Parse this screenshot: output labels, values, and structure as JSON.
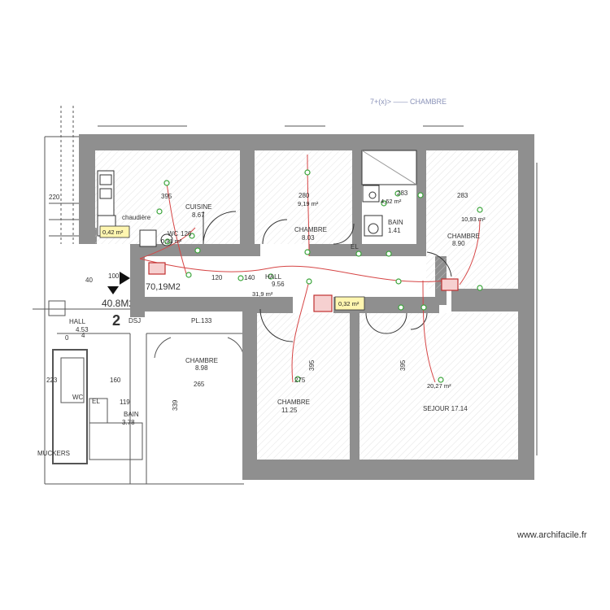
{
  "colors": {
    "wall": "#8f8f8f",
    "wire": "#d64545",
    "outlet": "#3aa53a",
    "sketch": "#555555",
    "blueprint_text": "#444444",
    "panel_fill": "#fff6b0",
    "panel_border": "#333333"
  },
  "watermark": "www.archifacile.fr",
  "totals": {
    "total_area": "70,19M2",
    "hall_area": "31,9 m²",
    "closet_area": "0,32 m²",
    "boiler_area": "0,42 m²",
    "wc_area": "0,91 m²",
    "bath_area": "4,62 m²",
    "bedroom_ne_area": "10,93 m²",
    "living_area": "20,27 m²",
    "bedroom_mid_area": "9,19 m²"
  },
  "rooms": {
    "kitchen": {
      "name": "CUISINE",
      "area": "8.67",
      "dim": "395"
    },
    "boiler": {
      "name": "chaudière"
    },
    "wc": {
      "name": "WC",
      "dim": "126"
    },
    "bedroom_mid": {
      "name": "CHAMBRE",
      "area": "8.03",
      "dim": "280"
    },
    "bath": {
      "name": "BAIN",
      "area": "1.41",
      "dim": "283"
    },
    "el": {
      "name": "EL"
    },
    "bedroom_ne": {
      "name": "CHAMBRE",
      "area": "8.90",
      "dim": "283"
    },
    "hall": {
      "name": "HALL",
      "area": "9.56",
      "dim1": "120",
      "dim2": "140"
    },
    "bedroom_s": {
      "name": "CHAMBRE",
      "area": "11.25",
      "dim1": "275",
      "dim2": "395"
    },
    "living": {
      "name": "SEJOUR 17.14",
      "dim": "395"
    }
  },
  "blueprint": {
    "area_big": "40.8M2",
    "num": "2",
    "dsj": "DSJ",
    "hall": "HALL",
    "hall_area": "4.53",
    "pl": "PL.133",
    "chambre": "CHAMBRE",
    "chambre_area": "8.98",
    "chambre_dim1": "265",
    "chambre_dim2": "339",
    "bain": "BAIN",
    "bain_area": "3.78",
    "bain_dim": "119",
    "wc": "WC",
    "el": "EL",
    "d223": "223",
    "d220": "220",
    "d100": "100",
    "d160": "160",
    "d40": "40",
    "d4": "4",
    "d0": "0",
    "stair": "MUCKERS"
  },
  "top_scribble": "7+(x)>  ——  CHAMBRE"
}
